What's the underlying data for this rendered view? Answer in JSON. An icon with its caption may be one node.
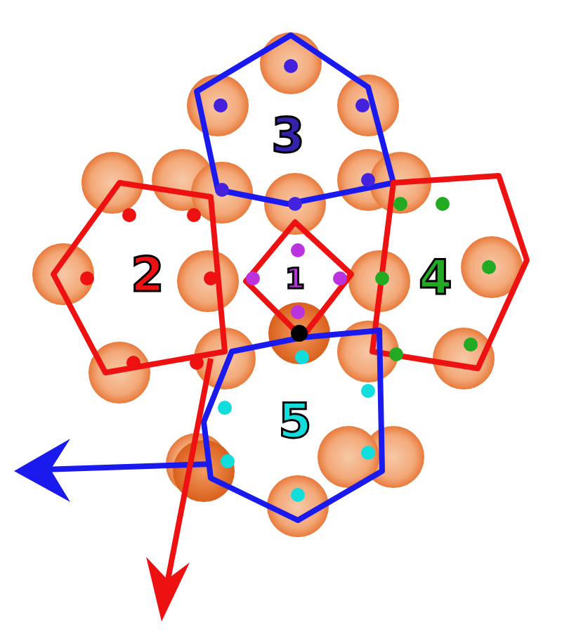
{
  "diagram": {
    "nodes": [
      {
        "text": [
          "3"
        ]
      },
      {
        "text": [
          "2"
        ]
      },
      {
        "text": [
          "1"
        ]
      },
      {
        "text": [
          "4"
        ]
      },
      {
        "text": [
          "5"
        ]
      }
    ]
  }
}
